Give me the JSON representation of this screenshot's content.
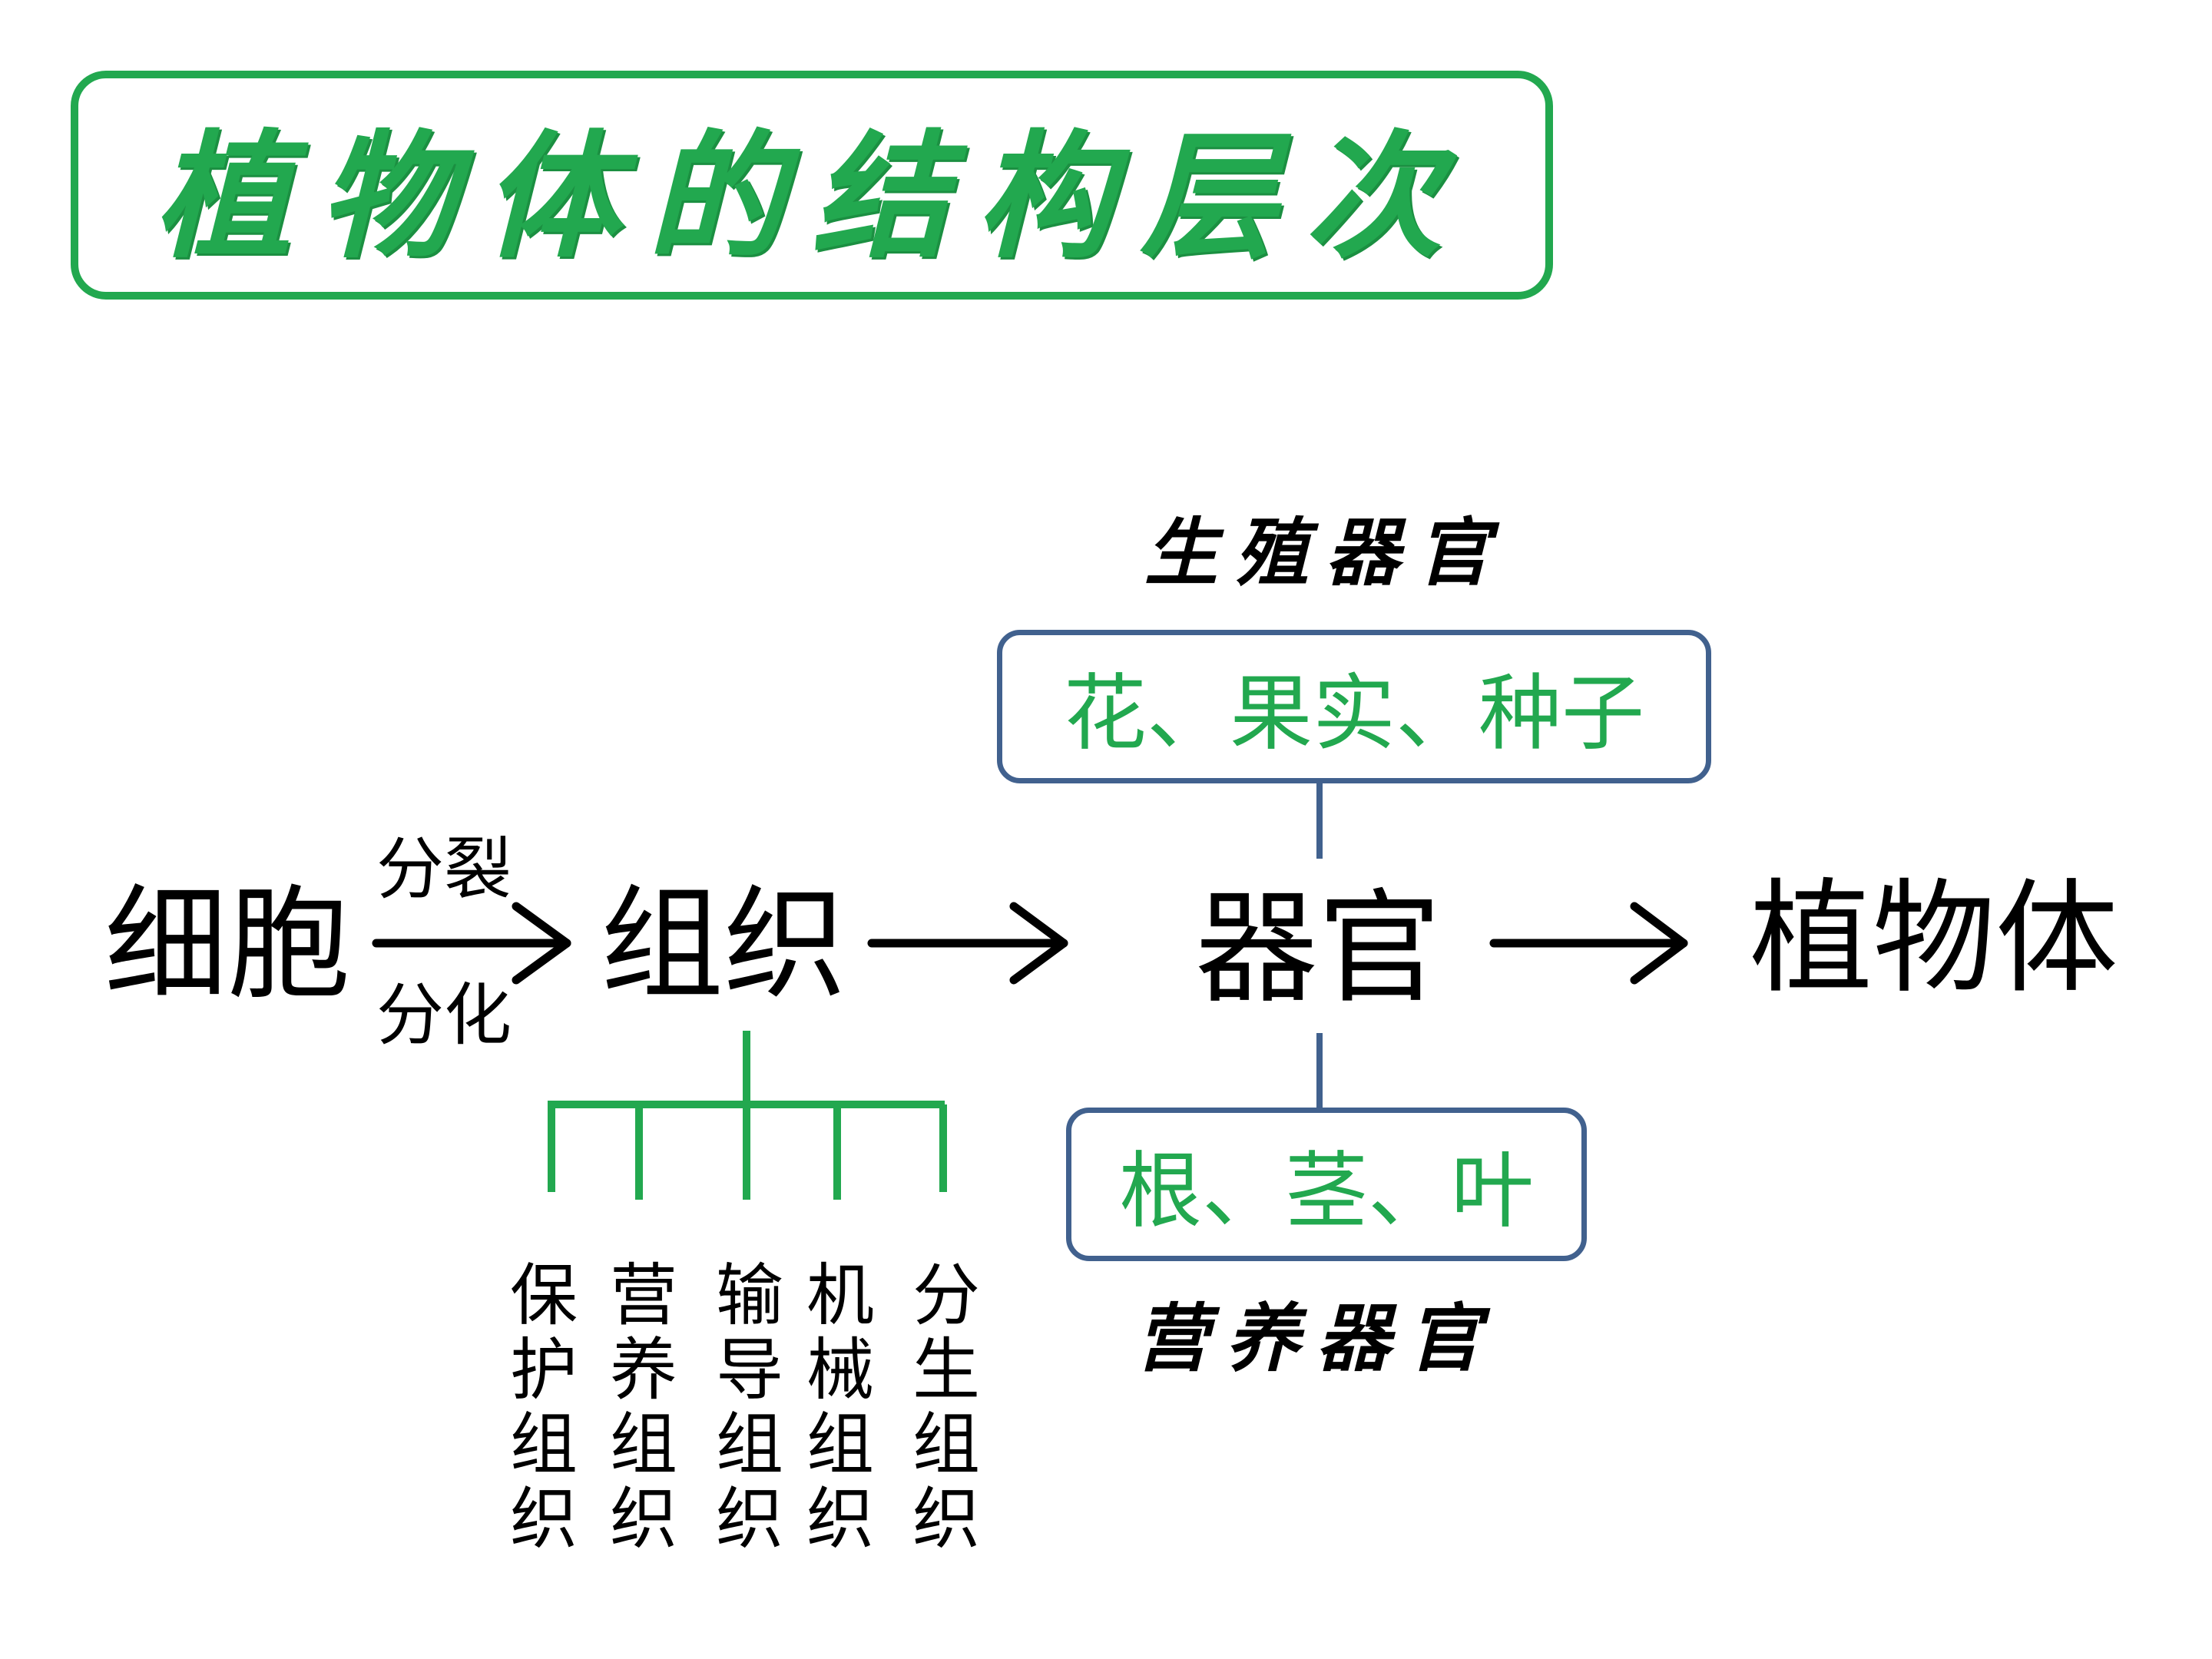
{
  "title": "植物体的结构层次",
  "flow": {
    "cell": "细胞",
    "tissue": "组织",
    "organ": "器官",
    "plant": "植物体",
    "arrow_top_label": "分裂",
    "arrow_bottom_label": "分化"
  },
  "reproductive": {
    "heading": "生殖器官",
    "items": "花、果实、种子"
  },
  "vegetative": {
    "heading": "营养器官",
    "items": "根、茎、叶"
  },
  "tissues": [
    {
      "chars": [
        "保",
        "护",
        "组",
        "织"
      ]
    },
    {
      "chars": [
        "营",
        "养",
        "组",
        "织"
      ]
    },
    {
      "chars": [
        "输",
        "导",
        "组",
        "织"
      ]
    },
    {
      "chars": [
        "机",
        "械",
        "组",
        "织"
      ]
    },
    {
      "chars": [
        "分",
        "生",
        "组",
        "织"
      ]
    }
  ],
  "colors": {
    "green": "#22a84f",
    "blue_border": "#41618e",
    "black": "#000000"
  }
}
